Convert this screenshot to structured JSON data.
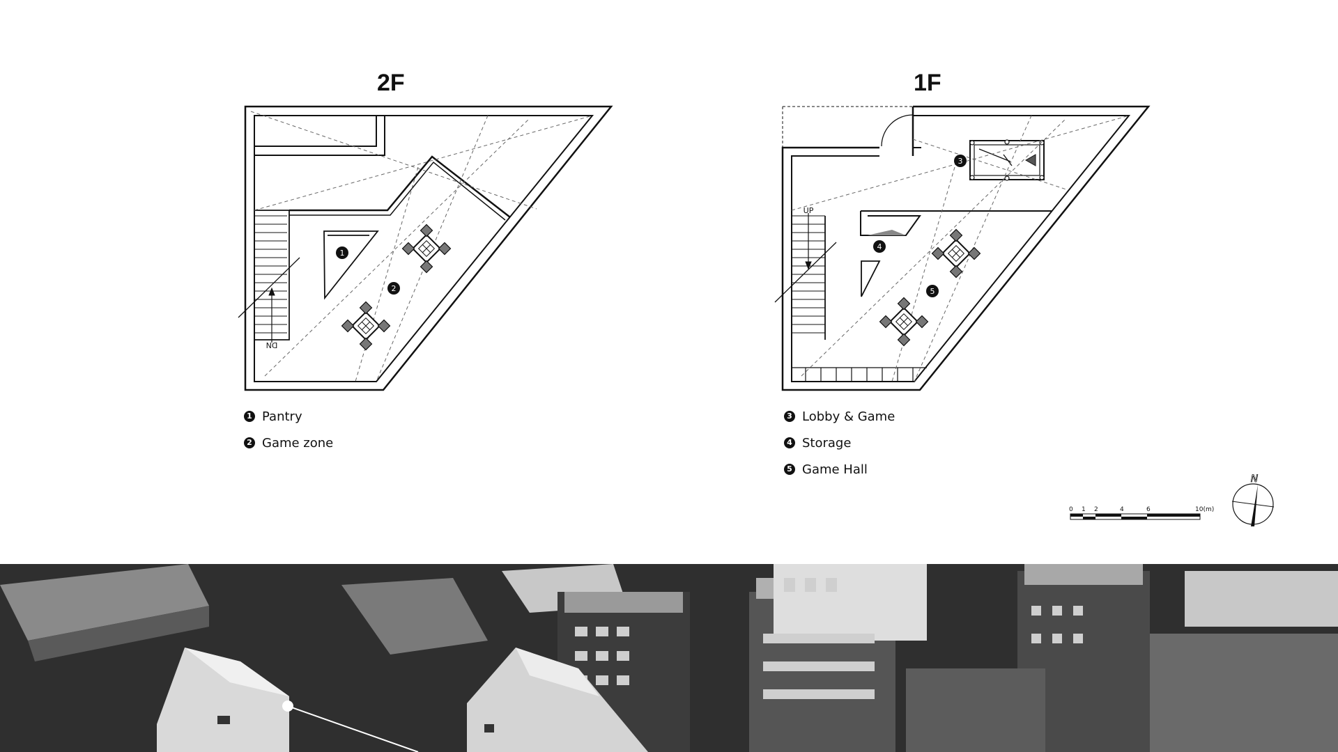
{
  "floors": [
    {
      "title": "2F",
      "legend": [
        {
          "num": "1",
          "label": "Pantry"
        },
        {
          "num": "2",
          "label": "Game zone"
        }
      ]
    },
    {
      "title": "1F",
      "legend": [
        {
          "num": "3",
          "label": "Lobby & Game"
        },
        {
          "num": "4",
          "label": "Storage"
        },
        {
          "num": "5",
          "label": "Game Hall"
        }
      ]
    }
  ],
  "plan_labels": {
    "down": "DN",
    "up": "UP"
  },
  "scale": {
    "ticks": [
      "0",
      "1",
      "2",
      "4",
      "6",
      "10(m)"
    ]
  },
  "compass": {
    "north": "N"
  },
  "colors": {
    "line": "#111111",
    "dashed": "#666666",
    "photo_dark": "#2b2b2b",
    "photo_light": "#cfcfcf"
  }
}
